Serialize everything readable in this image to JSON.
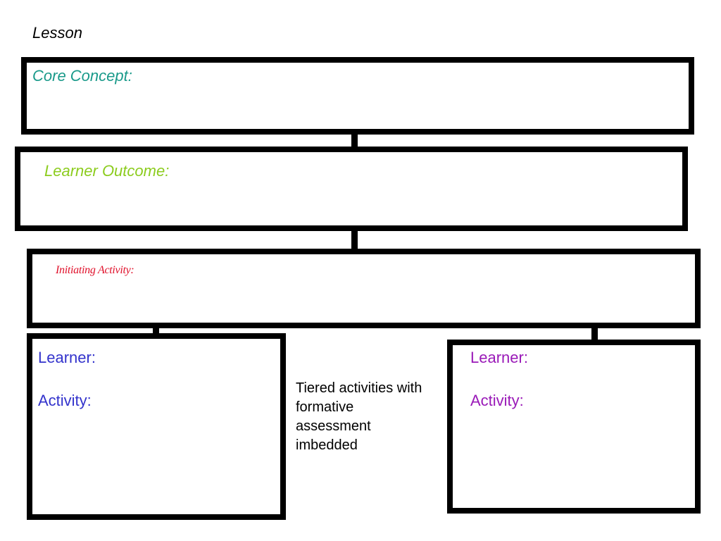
{
  "lesson": {
    "title": "Lesson"
  },
  "core_concept": {
    "label": "Core Concept:",
    "color": "#1a9a8a"
  },
  "learner_outcome": {
    "label": "Learner Outcome:",
    "color": "#8ccc1e"
  },
  "initiating_activity": {
    "label": "Initiating Activity:",
    "color": "#e0102a"
  },
  "tiers": [
    {
      "learner_label": "Learner:",
      "activity_label": "Activity:",
      "color": "#3333cc"
    },
    {
      "learner_label": "Learner:",
      "activity_label": "Activity:",
      "color": "#9a1ab8"
    }
  ],
  "note": {
    "lines": [
      "Tiered activities with",
      "formative",
      "assessment",
      "imbedded"
    ]
  }
}
